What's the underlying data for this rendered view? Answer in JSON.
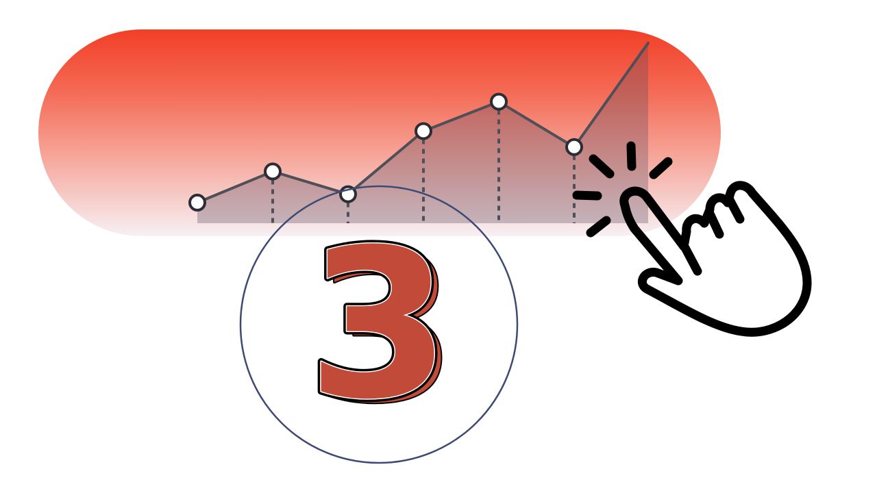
{
  "badge": {
    "number": "3"
  },
  "colors": {
    "banner_top": "#f23f27",
    "banner_bottom": "#f7f0f4",
    "numeral_fill": "#c24a38",
    "circle_stroke": "#3d4a73",
    "line": "#4f4f58",
    "marker_fill": "#ffffff",
    "hand_stroke": "#000000"
  },
  "icons": {
    "chart": "line-chart-icon",
    "hand": "pointing-hand-click-icon"
  },
  "chart_data": {
    "type": "line",
    "x": [
      1,
      2,
      3,
      4,
      5,
      6,
      7
    ],
    "values": [
      18,
      55,
      28,
      103,
      138,
      84,
      210
    ],
    "markers": [
      true,
      true,
      true,
      true,
      true,
      true,
      false
    ],
    "ylim": [
      0,
      210
    ],
    "grid": false,
    "legend": "none"
  }
}
